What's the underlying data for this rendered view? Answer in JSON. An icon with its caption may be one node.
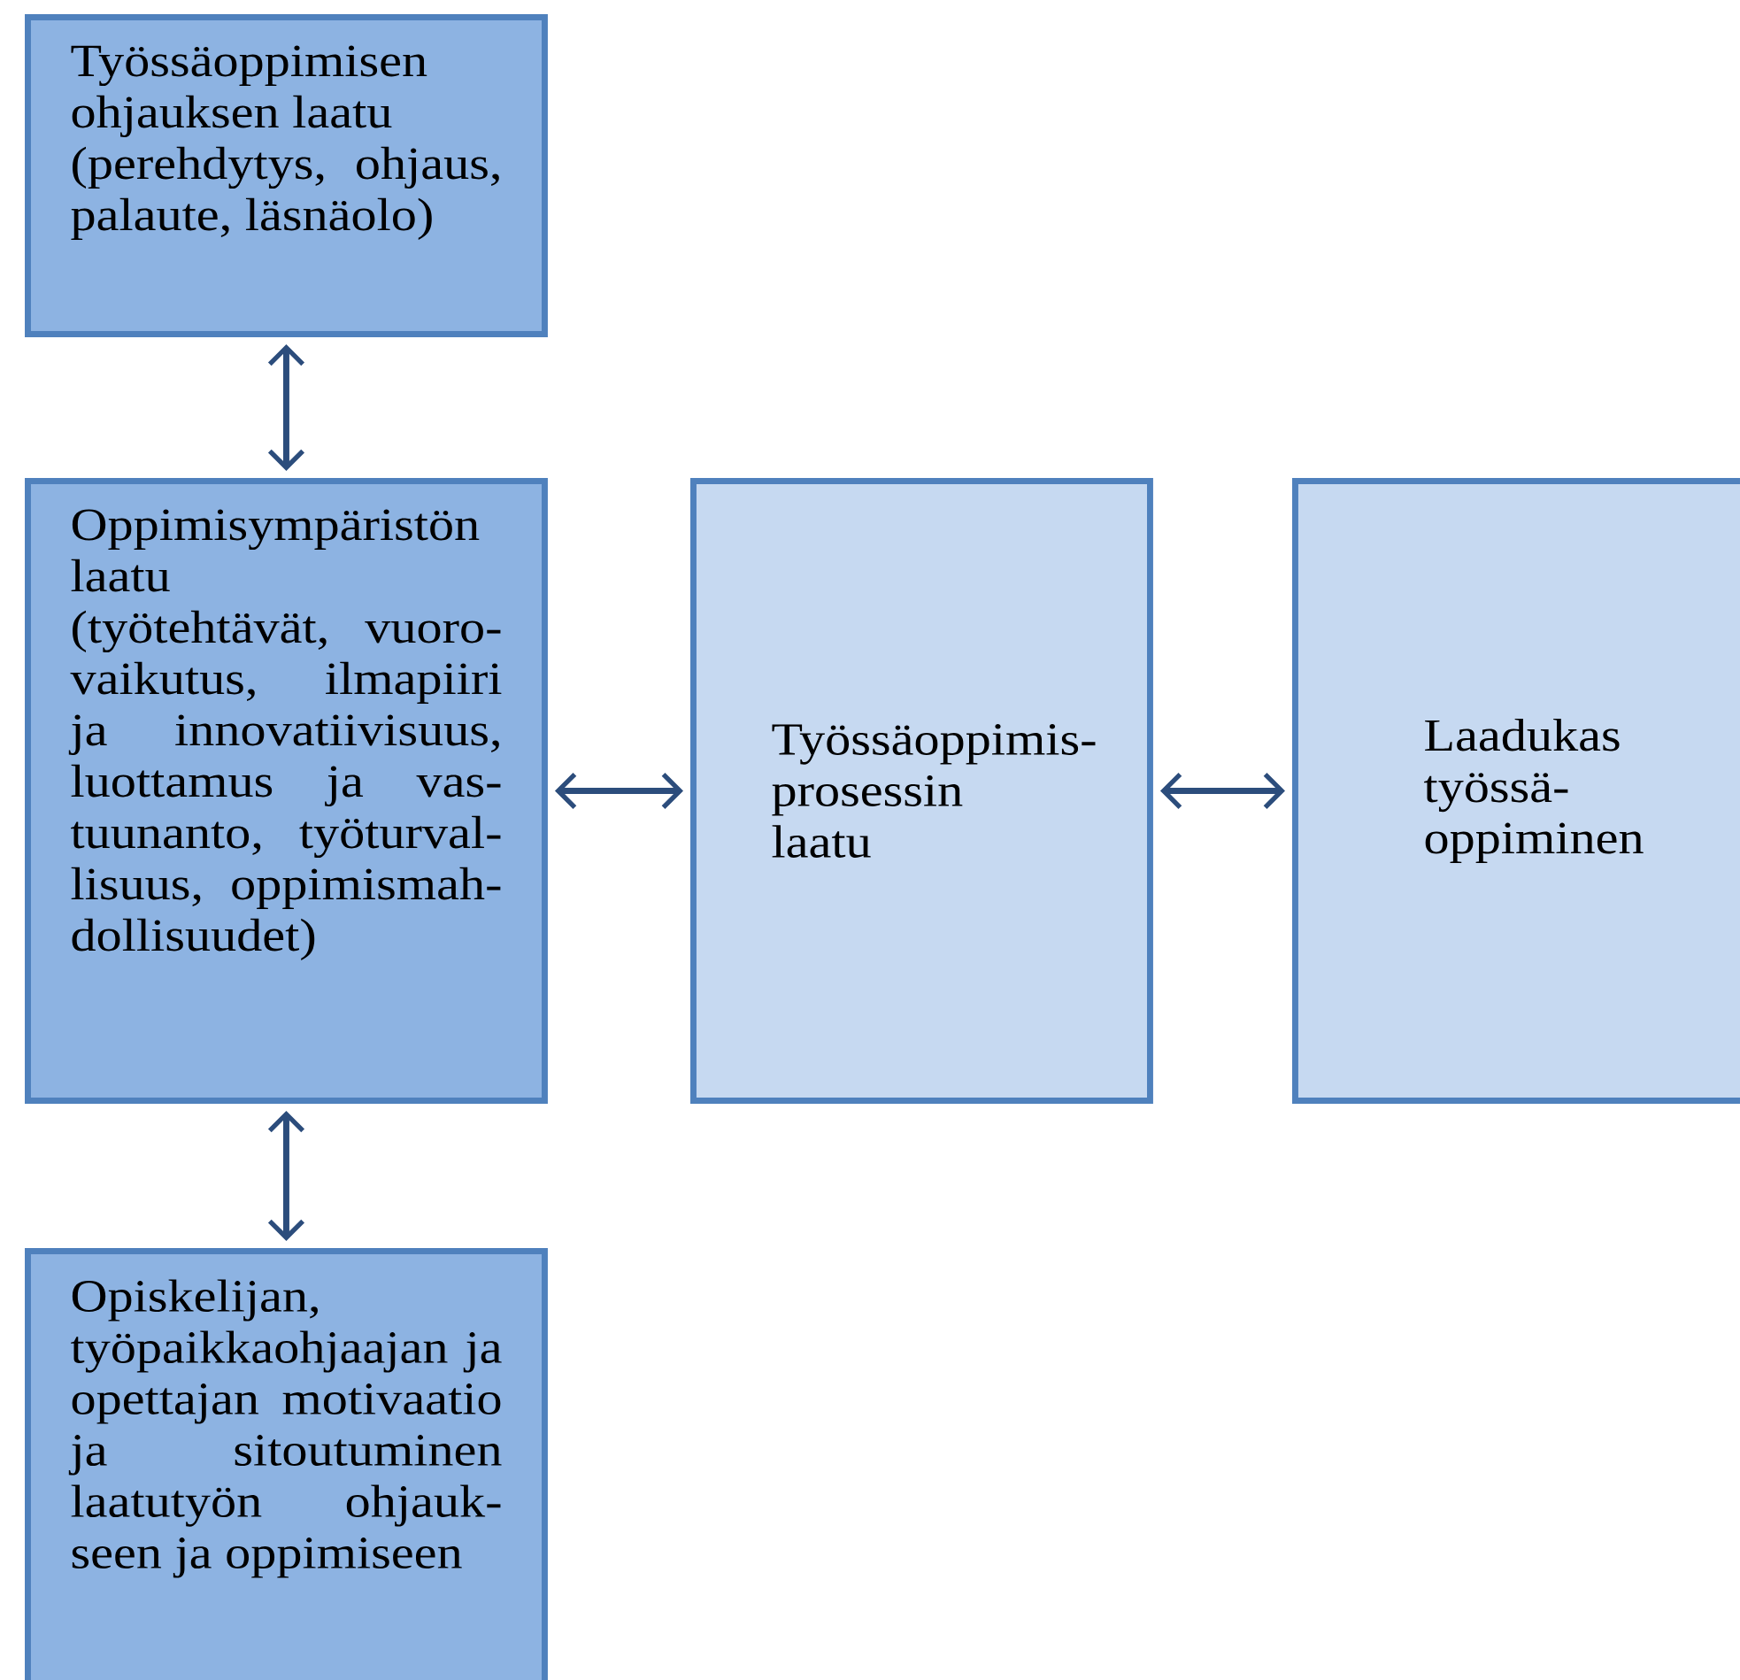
{
  "diagram": {
    "nodes": [
      {
        "text": [
          "Työssäoppimisen ohjauksen laatu",
          "(perehdytys, ohjaus, palaute, läsnäolo)"
        ]
      },
      {
        "text": [
          "Oppimisympäristön laatu",
          "(työtehtävät, vuoro- vaikutus, ilmapiiri ja innovatiivisuus, luottamus ja vas- tuunanto, työturval- lisuus, oppimismah- dollisuudet)"
        ]
      },
      {
        "text": [
          "Työssäoppimis- prosessin laatu"
        ]
      },
      {
        "text": [
          "Laadukas työssä- oppiminen"
        ]
      },
      {
        "text": [
          "Opiskelijan, työpaikkaohjaajan ja opettajan motivaatio ja sitoutuminen laatutyön ohjauk- seen ja oppimiseen"
        ]
      }
    ],
    "edges": [
      {
        "from": 0,
        "to": 1,
        "arrow": "both"
      },
      {
        "from": 1,
        "to": 2,
        "arrow": "both"
      },
      {
        "from": 2,
        "to": 3,
        "arrow": "both"
      },
      {
        "from": 1,
        "to": 4,
        "arrow": "both"
      }
    ]
  }
}
